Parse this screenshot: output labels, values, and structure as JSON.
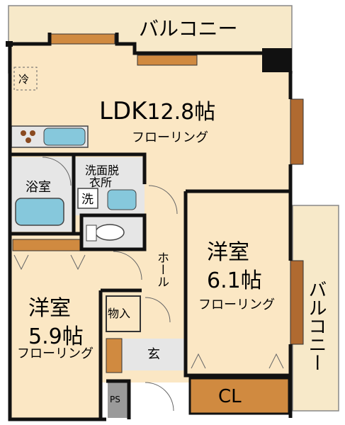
{
  "rooms": {
    "balcony_top": "バルコニー",
    "balcony_right": "バルコニー",
    "ldk": {
      "name": "LDK",
      "size": "12.8帖",
      "floor": "フローリング"
    },
    "fridge": "冷",
    "bath": "浴室",
    "washroom": {
      "line1": "洗面脱",
      "line2": "衣所"
    },
    "washer": "洗",
    "hall": "ホール",
    "western_right": {
      "name": "洋室",
      "size": "6.1帖",
      "floor": "フローリング"
    },
    "western_left": {
      "name": "洋室",
      "size": "5.9帖",
      "floor": "フローリング"
    },
    "storage": "物入",
    "entrance": "玄",
    "closet": "CL",
    "pipe_space": "PS"
  },
  "colors": {
    "wall": "#111111",
    "floor_wood": "#fbe7c4",
    "balcony": "#f7e9c9",
    "tile": "#e6e6e6",
    "blue_fixture": "#86c8dc",
    "cabinet": "#d08a40",
    "window_frame": "#b06a30"
  }
}
